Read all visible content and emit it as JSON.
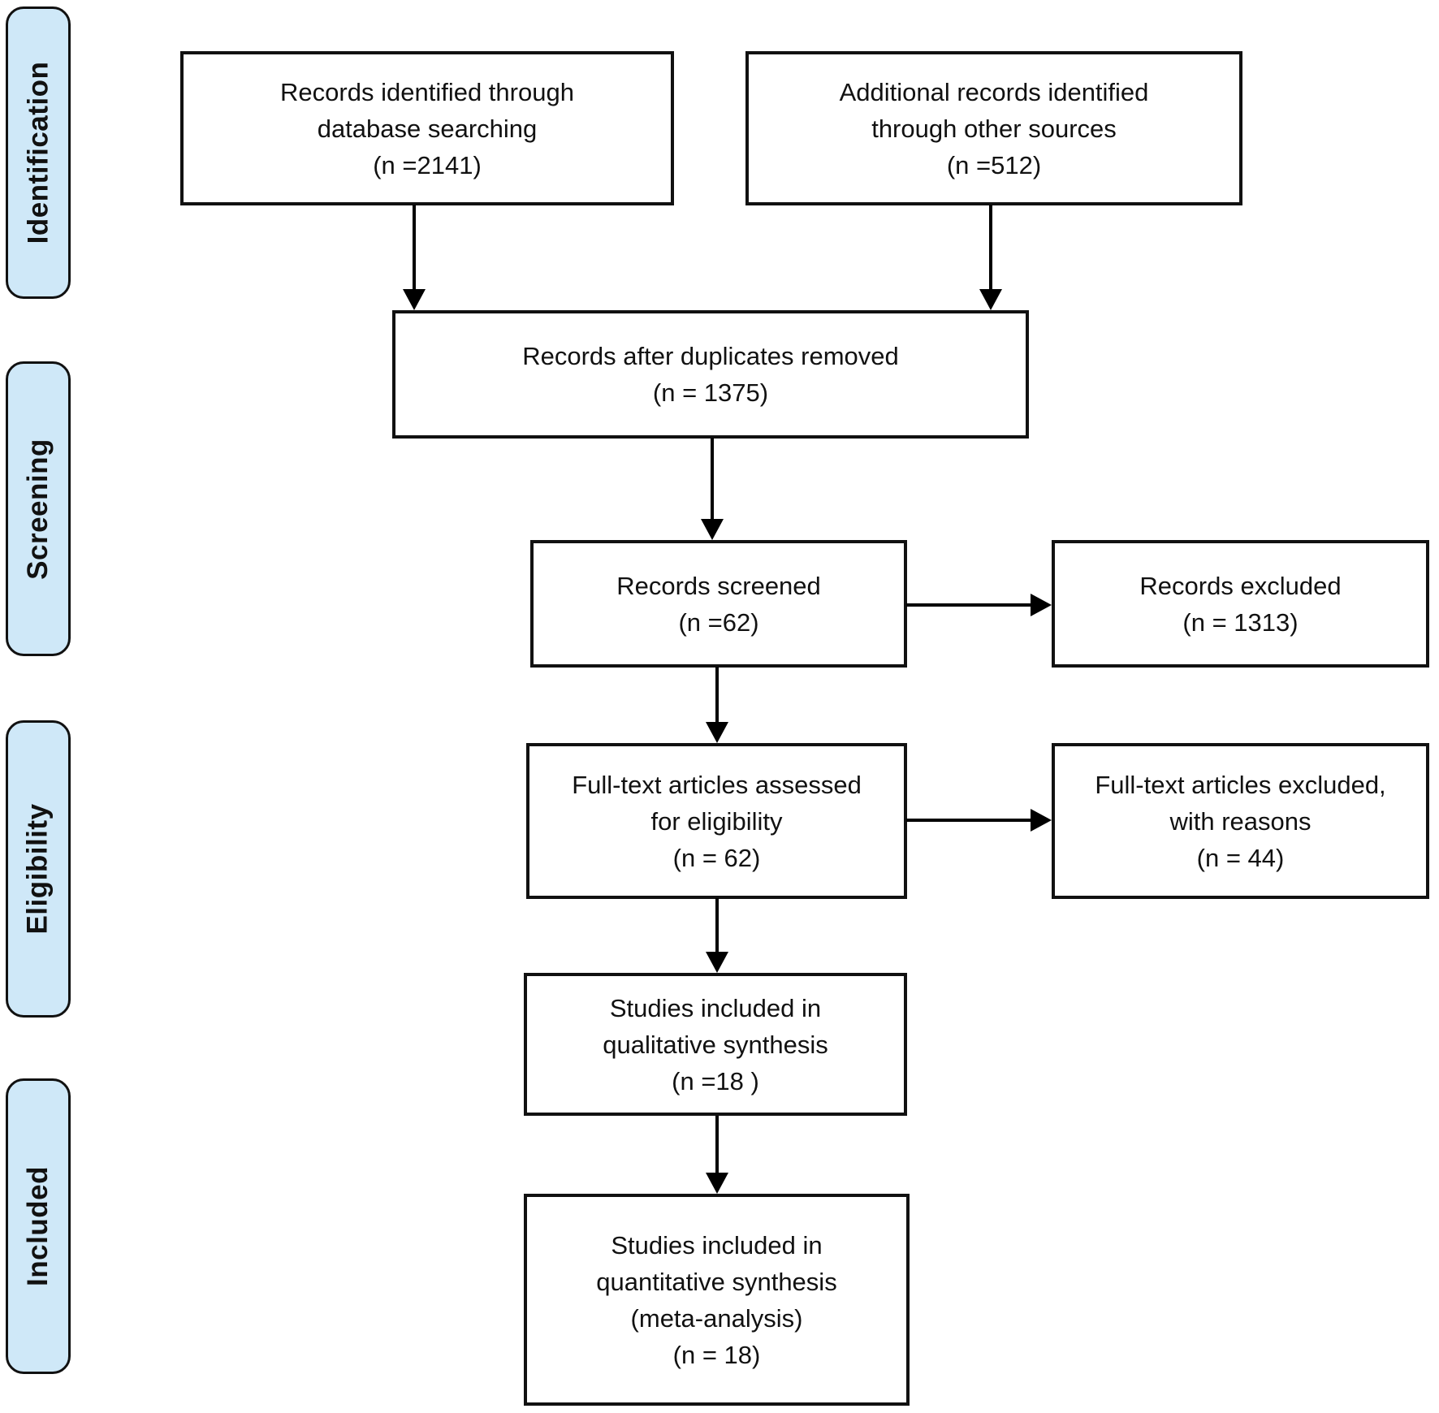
{
  "diagram": {
    "type": "prisma-flow",
    "colors": {
      "stage_fill": "#cfe8f8",
      "box_fill": "#ffffff",
      "line": "#000000",
      "text": "#111111"
    },
    "stages": [
      {
        "label": "Identification"
      },
      {
        "label": "Screening"
      },
      {
        "label": "Eligibility"
      },
      {
        "label": "Included"
      }
    ],
    "boxes": [
      {
        "id": "records-identified",
        "lines": [
          "Records identified through",
          "database searching",
          "(n =2141)"
        ]
      },
      {
        "id": "additional-records",
        "lines": [
          "Additional records identified",
          "through other sources",
          "(n =512)"
        ]
      },
      {
        "id": "duplicates-removed",
        "lines": [
          "Records after duplicates removed",
          "(n = 1375)"
        ]
      },
      {
        "id": "records-screened",
        "lines": [
          "Records screened",
          "(n =62)"
        ]
      },
      {
        "id": "records-excluded",
        "lines": [
          "Records excluded",
          "(n = 1313)"
        ]
      },
      {
        "id": "fulltext-assessed",
        "lines": [
          "Full-text articles assessed",
          "for eligibility",
          "(n = 62)"
        ]
      },
      {
        "id": "fulltext-excluded",
        "lines": [
          "Full-text articles excluded,",
          "with reasons",
          "(n = 44)"
        ]
      },
      {
        "id": "qualitative-synthesis",
        "lines": [
          "Studies included in",
          "qualitative synthesis",
          "(n =18 )"
        ]
      },
      {
        "id": "quantitative-synthesis",
        "lines": [
          "Studies included in",
          "quantitative synthesis",
          "(meta-analysis)",
          "(n = 18)"
        ]
      }
    ]
  }
}
